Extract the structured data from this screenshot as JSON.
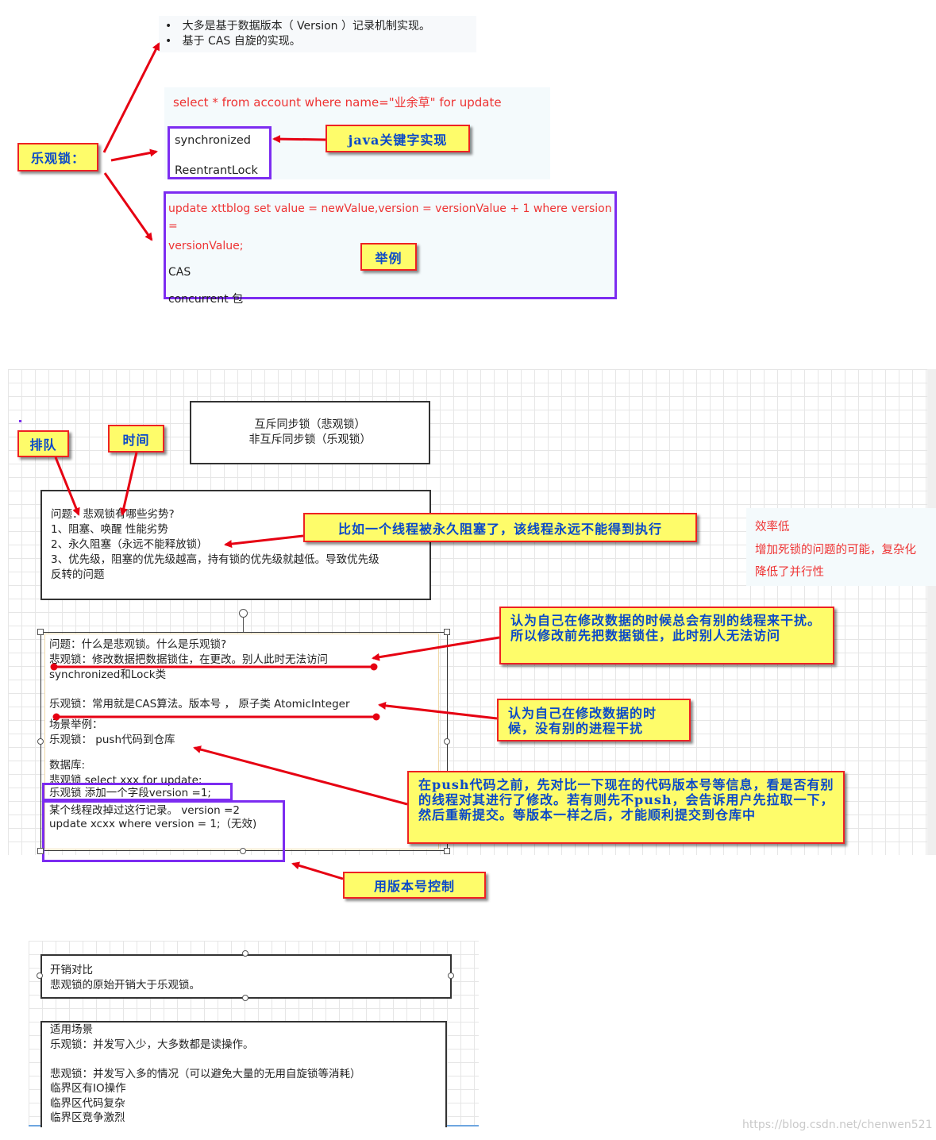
{
  "top": {
    "bullets": [
      "大多是基于数据版本（ Version ）记录机制实现。",
      "基于 CAS 自旋的实现。"
    ],
    "select_sql": "select * from account where name=\"业余草\" for update",
    "sync_items": [
      "synchronized",
      "ReentrantLock"
    ],
    "java_note": "java关键字实现",
    "optimistic_label": "乐观锁：",
    "update_sql_1": "update xttblog set value = newValue,version = versionValue + 1 where version =",
    "update_sql_2": "versionValue;",
    "cas": "CAS",
    "concurrent": "concurrent 包",
    "example_note": "举例"
  },
  "middle": {
    "mutex_box": [
      "互斥同步锁（悲观锁）",
      "非互斥同步锁（乐观锁）"
    ],
    "queue_note": "排队",
    "time_note": "时间",
    "problem_box": [
      "问题：悲观锁有哪些劣势?",
      "1、阻塞、唤醒 性能劣势",
      "2、永久阻塞（永远不能释放锁）",
      "3、优先级，阻塞的优先级越高，持有锁的优先级就越低。导致优先级",
      "反转的问题"
    ],
    "block_note": "比如一个线程被永久阻塞了，该线程永远不能得到执行",
    "side_notes": [
      "效率低",
      "增加死锁的问题的可能，复杂化",
      "降低了并行性"
    ],
    "what_box": {
      "q": "问题：什么是悲观锁。什么是乐观锁?",
      "p1": "悲观锁：修改数据把数据锁住，在更改。别人此时无法访问",
      "p2": "synchronized和Lock类",
      "o1": "乐观锁：常用就是CAS算法。版本号 ， 原子类 AtomicInteger",
      "s1": "场景举例：",
      "s2": "乐观锁： push代码到仓库",
      "d1": "数据库:",
      "d2": "悲观锁  select xxx for update;",
      "d3": "乐观锁 添加一个字段version =1;",
      "d4": "某个线程改掉过这行记录。 version =2",
      "d5": "update xcxx where version = 1;（无效)"
    },
    "pess_note": "认为自己在修改数据的时候总会有别的线程来干扰。所以修改前先把数据锁住，此时别人无法访问",
    "opt_note": "认为自己在修改数据的时候，没有别的进程干扰",
    "push_note": "在push代码之前，先对比一下现在的代码版本号等信息，看是否有别的线程对其进行了修改。若有则先不push，会告诉用户先拉取一下，然后重新提交。等版本一样之后，才能顺利提交到仓库中",
    "version_note": "用版本号控制"
  },
  "bottom": {
    "cost_box": [
      "开销对比",
      "悲观锁的原始开销大于乐观锁。"
    ],
    "scene_box": [
      "适用场景",
      "乐观锁：并发写入少，大多数都是读操作。",
      "",
      "悲观锁：并发写入多的情况（可以避免大量的无用自旋锁等消耗）",
      "临界区有IO操作",
      "临界区代码复杂",
      "临界区竞争激烈"
    ],
    "watermark": "https://blog.csdn.net/chenwen521"
  },
  "colors": {
    "arrow": "#e60012",
    "note_bg": "#fefc6a",
    "note_text": "#0a49c9",
    "purple": "#7c2cf1",
    "sql_red": "#e33333"
  }
}
